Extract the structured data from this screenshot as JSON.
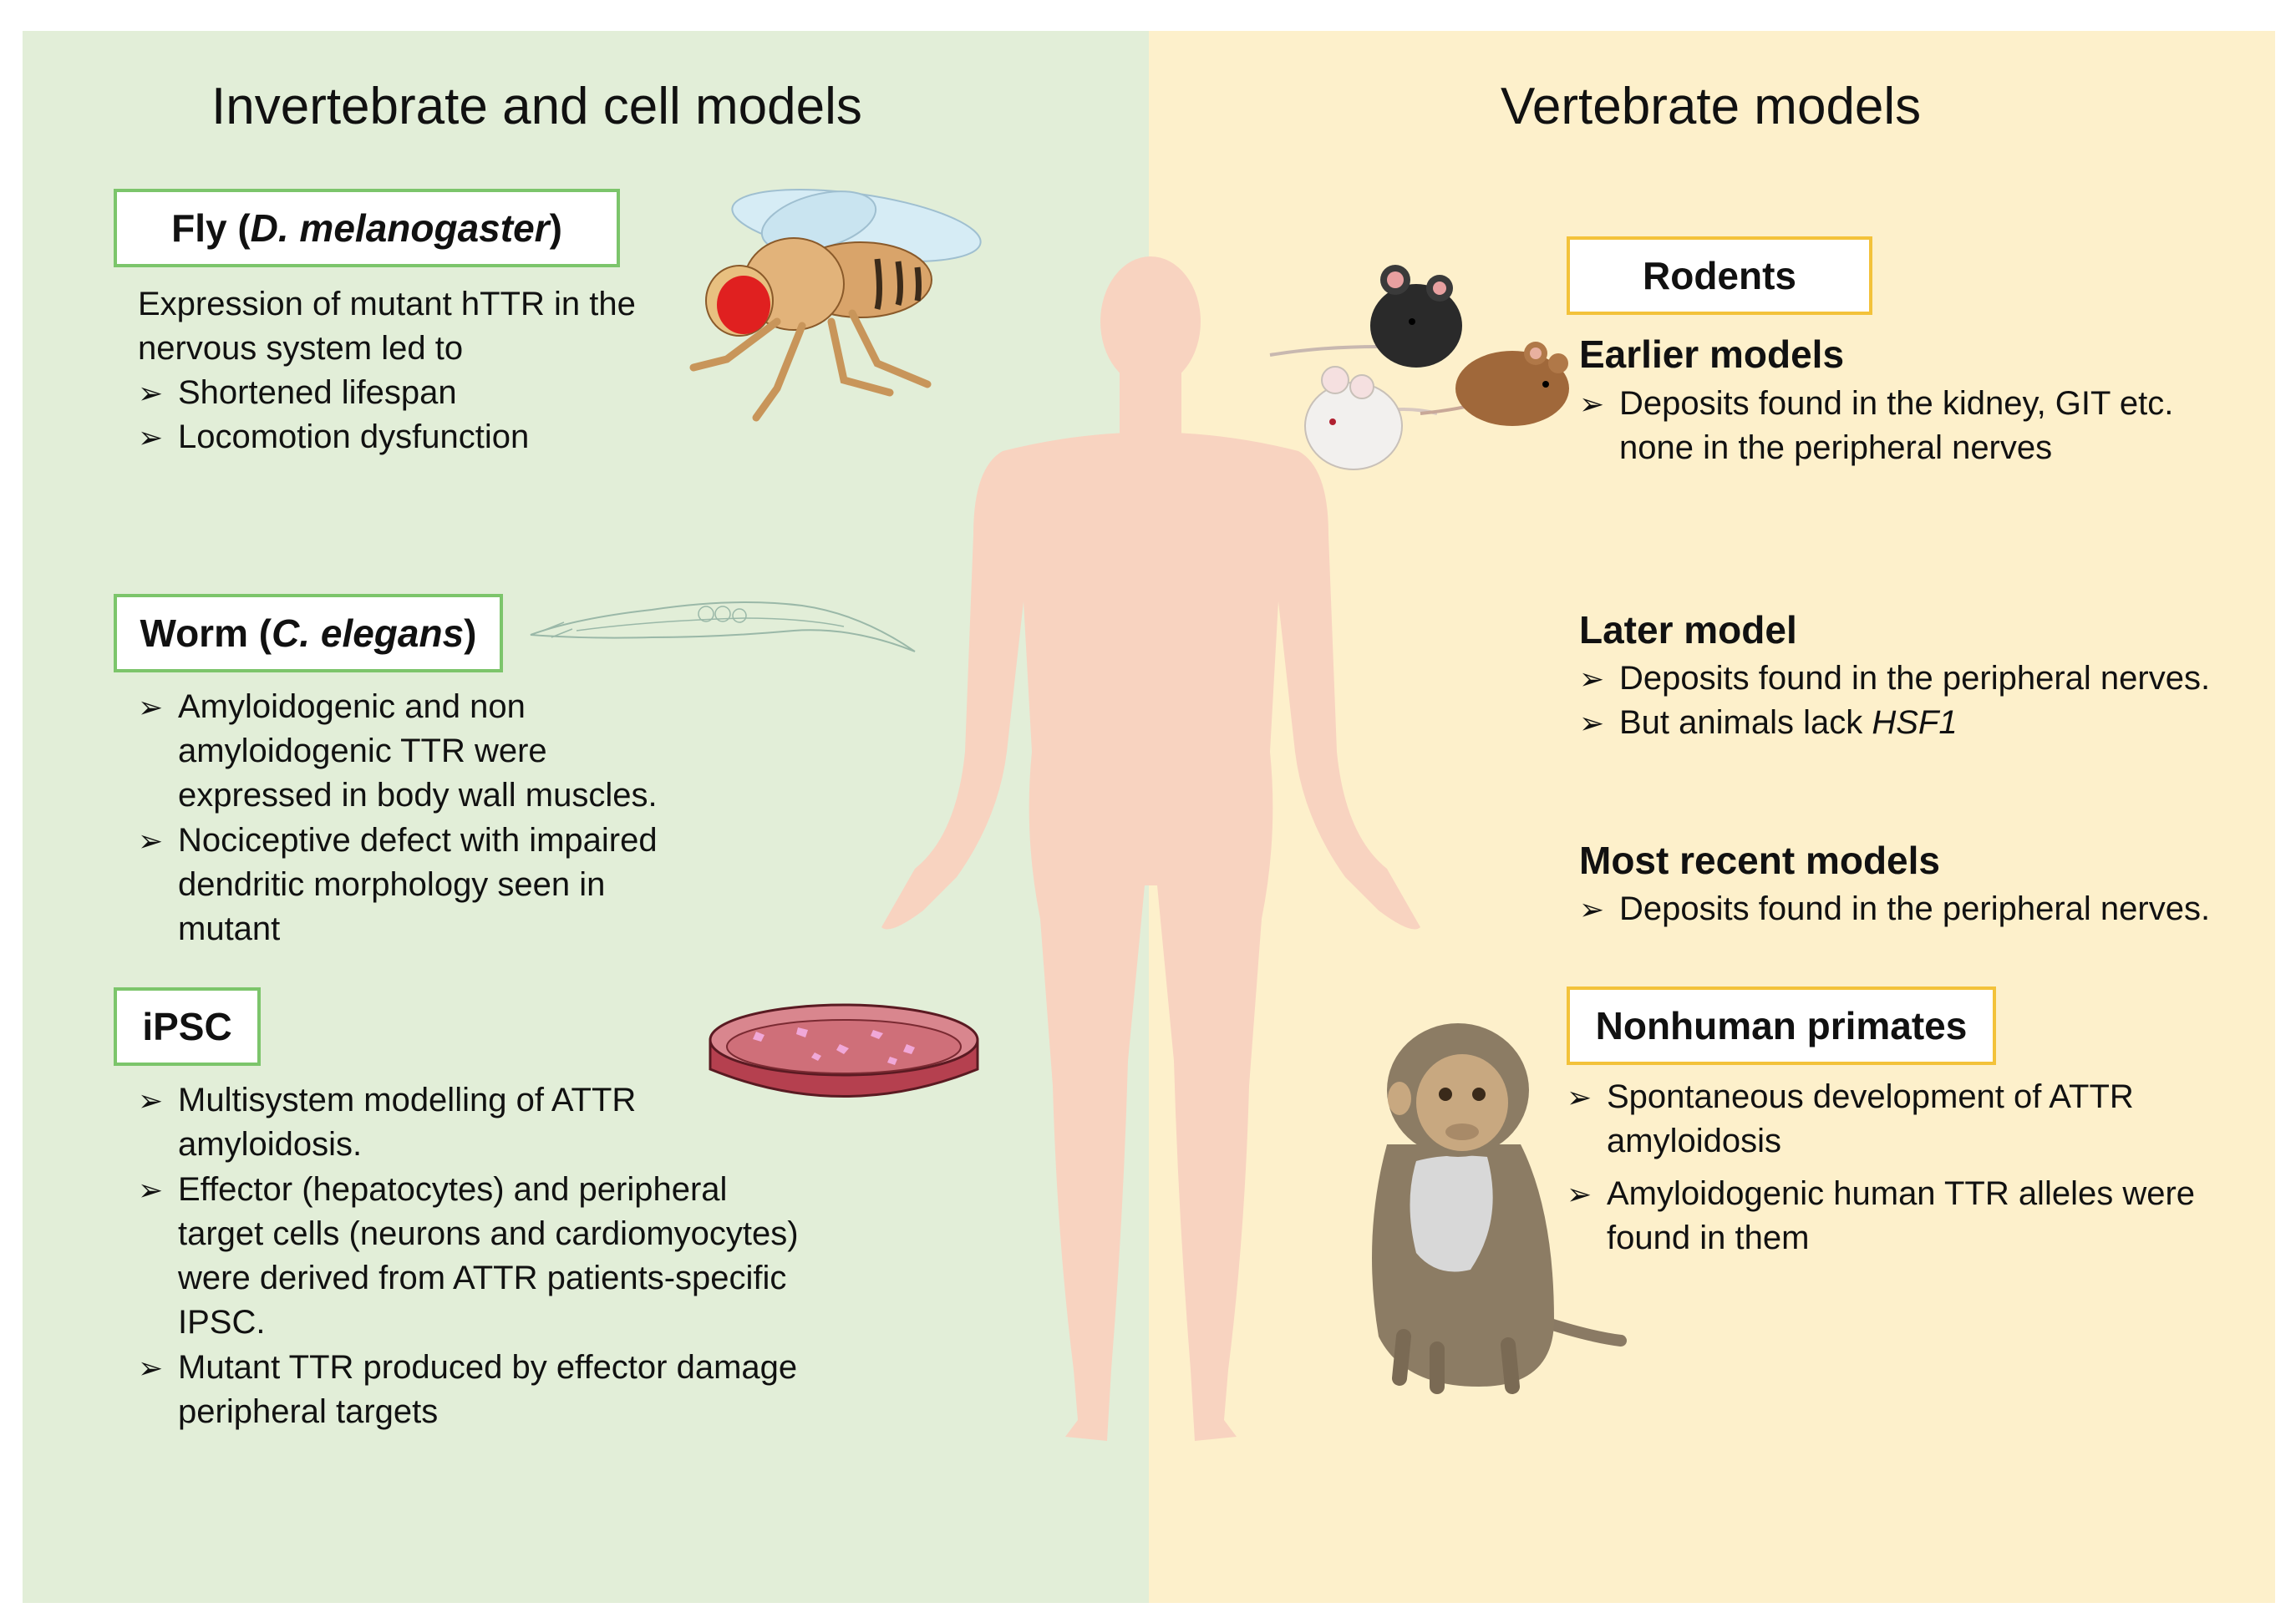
{
  "left": {
    "heading": "Invertebrate and cell models",
    "fly": {
      "title_pre": "Fly (",
      "title_em": "D. melanogaster",
      "title_post": ")",
      "intro": [
        "Expression of mutant hTTR in the",
        "nervous system led to"
      ],
      "bullets": [
        "Shortened lifespan",
        "Locomotion dysfunction"
      ]
    },
    "worm": {
      "title_pre": "Worm (",
      "title_em": "C. elegans",
      "title_post": ")",
      "bullets": [
        [
          "Amyloidogenic and non",
          "amyloidogenic TTR were",
          "expressed in body wall muscles."
        ],
        [
          "Nociceptive defect with impaired",
          "dendritic morphology seen in",
          "mutant"
        ]
      ]
    },
    "ipsc": {
      "title": "iPSC",
      "bullets": [
        [
          "Multisystem modelling of ATTR",
          "amyloidosis."
        ],
        [
          "Effector (hepatocytes) and peripheral",
          "target cells (neurons and cardiomyocytes)",
          "were derived from ATTR patients-specific",
          "IPSC."
        ],
        [
          "Mutant TTR produced by effector damage",
          "peripheral targets"
        ]
      ]
    }
  },
  "right": {
    "heading": "Vertebrate models",
    "rodents": {
      "title": "Rodents",
      "earlier": {
        "title": "Earlier models",
        "bullet": [
          "Deposits found in the kidney, GIT etc.",
          "none in the peripheral nerves"
        ]
      },
      "later": {
        "title": "Later model",
        "bullet1": "Deposits found in the peripheral nerves.",
        "bullet2_pre": "But animals lack ",
        "bullet2_em": "HSF1"
      },
      "recent": {
        "title": "Most recent models",
        "bullet": "Deposits found in the peripheral nerves."
      }
    },
    "primates": {
      "title": "Nonhuman primates",
      "bullets": [
        [
          "Spontaneous development of ATTR",
          "amyloidosis"
        ],
        [
          "Amyloidogenic human TTR alleles were",
          "found in them"
        ]
      ]
    }
  },
  "bullet_glyph": "➢",
  "colors": {
    "left_bg": "#e2eed8",
    "right_bg": "#fdf0cb",
    "green_border": "#7cc56b",
    "yellow_border": "#f3c23a",
    "human_silhouette": "#f8d3c0"
  }
}
